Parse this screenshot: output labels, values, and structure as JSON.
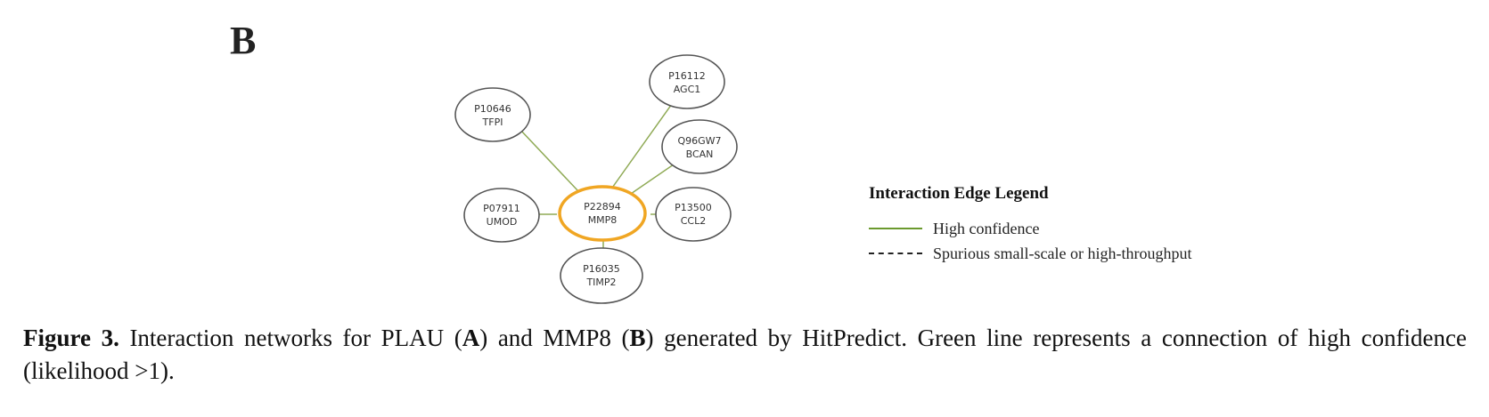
{
  "panel_label": "B",
  "network": {
    "center": {
      "id": "P22894",
      "name": "MMP8"
    },
    "nodes": [
      {
        "id": "P10646",
        "name": "TFPI"
      },
      {
        "id": "P16112",
        "name": "AGC1"
      },
      {
        "id": "Q96GW7",
        "name": "BCAN"
      },
      {
        "id": "P07911",
        "name": "UMOD"
      },
      {
        "id": "P13500",
        "name": "CCL2"
      },
      {
        "id": "P16035",
        "name": "TIMP2"
      }
    ],
    "colors": {
      "edge": "#8faa55",
      "center_border": "#f0a623",
      "node_border": "#555555"
    }
  },
  "legend": {
    "title": "Interaction Edge Legend",
    "items": [
      {
        "label": "High confidence",
        "style": "solid",
        "color": "#6b9a2e"
      },
      {
        "label": "Spurious small-scale or high-throughput",
        "style": "dashed",
        "color": "#222222"
      }
    ]
  },
  "caption": {
    "label": "Figure 3.",
    "text_1": " Interaction networks for PLAU (",
    "bold_A": "A",
    "text_2": ") and MMP8 (",
    "bold_B": "B",
    "text_3": ") generated by HitPredict. Green line represents a connection of high confidence (likelihood >1)."
  }
}
